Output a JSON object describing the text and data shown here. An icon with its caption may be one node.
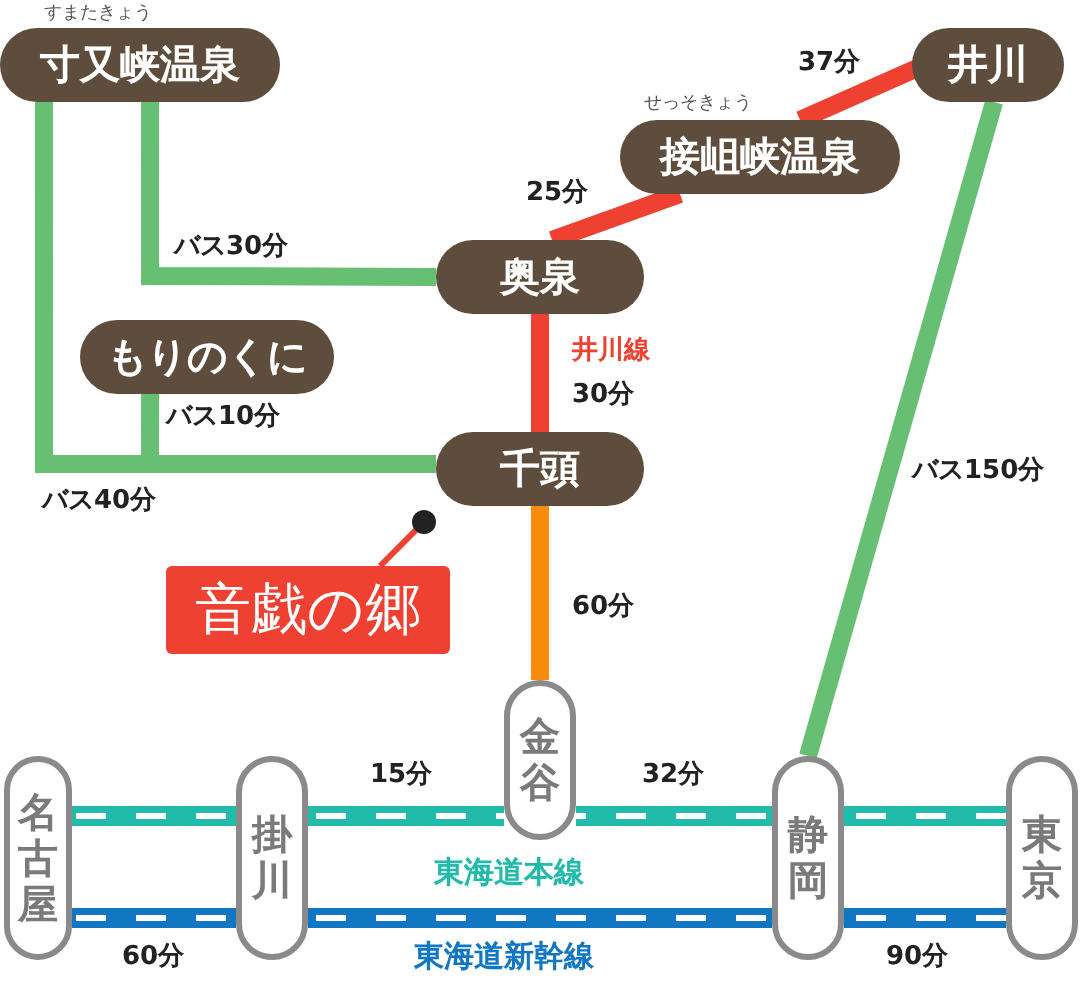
{
  "diagram": {
    "nodes": [
      {
        "text": [
          "寸又峡温泉"
        ],
        "beside": [
          "すまたきょう"
        ]
      },
      {
        "text": [
          "井川"
        ]
      },
      {
        "text": [
          "接岨峡温泉"
        ],
        "beside": [
          "せっそきょう"
        ]
      },
      {
        "text": [
          "奥泉"
        ]
      },
      {
        "text": [
          "もりのくに"
        ]
      },
      {
        "text": [
          "千頭"
        ]
      },
      {
        "text": [
          "音戯の郷"
        ]
      },
      {
        "text": [],
        "shape": "circle"
      },
      {
        "text": [
          "金谷"
        ]
      },
      {
        "text": [
          "名古屋"
        ]
      },
      {
        "text": [
          "掛川"
        ]
      },
      {
        "text": [
          "静岡"
        ]
      },
      {
        "text": [
          "東京"
        ]
      }
    ],
    "edges": [
      {
        "from": 0,
        "to": 3,
        "arrow": "none",
        "label": "バス30分",
        "color": "#66bf73"
      },
      {
        "from": 0,
        "to": 5,
        "arrow": "none",
        "label": "バス40分",
        "color": "#66bf73"
      },
      {
        "from": 4,
        "to": 5,
        "arrow": "none",
        "label": "バス10分",
        "color": "#66bf73"
      },
      {
        "from": 5,
        "to": 3,
        "arrow": "none",
        "label": "井川線",
        "color": "#ee4131"
      },
      {
        "from": 3,
        "to": 2,
        "arrow": "none",
        "label": "25分",
        "color": "#ee4131"
      },
      {
        "from": 2,
        "to": 1,
        "arrow": "none",
        "label": "37分",
        "color": "#ee4131"
      },
      {
        "from": 1,
        "to": 11,
        "arrow": "none",
        "label": "バス150分",
        "color": "#66bf73"
      },
      {
        "from": 5,
        "to": 8,
        "arrow": "none",
        "label": "60分",
        "color": "#f98c0c"
      },
      {
        "from": 6,
        "to": 7,
        "arrow": "none",
        "color": "#ee4131"
      },
      {
        "from": 9,
        "to": 10,
        "arrow": "none",
        "style": "dashed",
        "color": "#22bbaa"
      },
      {
        "from": 10,
        "to": 8,
        "arrow": "none",
        "label": "15分",
        "style": "dashed",
        "color": "#22bbaa"
      },
      {
        "from": 8,
        "to": 11,
        "arrow": "none",
        "label": "32分",
        "style": "dashed",
        "color": "#22bbaa"
      },
      {
        "from": 11,
        "to": 12,
        "arrow": "none",
        "style": "dashed",
        "color": "#22bbaa"
      },
      {
        "from": 9,
        "to": 10,
        "arrow": "none",
        "label": "60分",
        "style": "dashed",
        "color": "#1177c3"
      },
      {
        "from": 10,
        "to": 11,
        "arrow": "none",
        "style": "dashed",
        "color": "#1177c3"
      },
      {
        "from": 11,
        "to": 12,
        "arrow": "none",
        "label": "90分",
        "style": "dashed",
        "color": "#1177c3"
      }
    ],
    "labels": [
      "30分",
      "東海道本線",
      "東海道新幹線"
    ]
  }
}
